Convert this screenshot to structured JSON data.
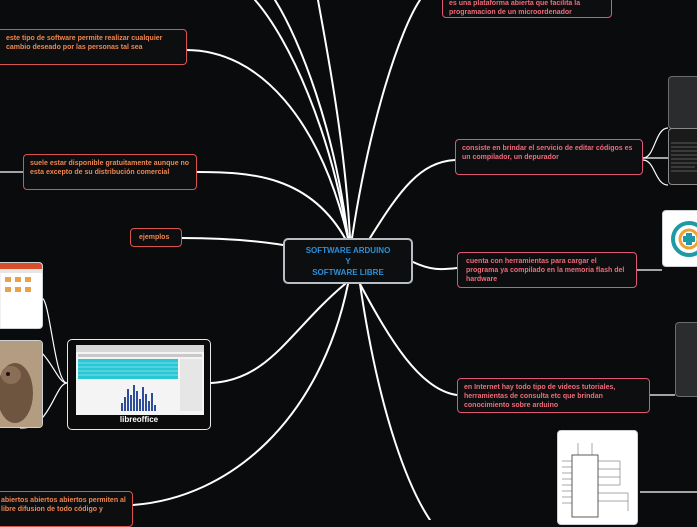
{
  "center": {
    "line1": "SOFTWARE ARDUINO",
    "line2": "Y",
    "line3": "SOFTWARE LIBRE"
  },
  "nodes": {
    "left1": "este tipo de software permite realizar cualquier cambio deseado por las personas tal sea",
    "left2": "suele estar disponible gratuitamente aunque no esta excepto de su distribución comercial",
    "left3": "ejemplos",
    "left4": "abiertos abiertos abiertos permiten al libre difusion de todo código y",
    "right0": "es una plataforma abierta que facilita la programacion de un microordenador",
    "right1": "consiste en brindar el servicio de editar códigos es un compilador, un depurador",
    "right2": "cuenta con herramientas para cargar el programa ya compilado en la memoria flash del hardware",
    "right3": "en Internet hay todo tipo de videos tutoriales, herramientas de consulta etc que brindan conocimiento sobre arduino"
  },
  "libreoffice": {
    "caption": "libreoffice"
  },
  "colors": {
    "link": "#ffffff",
    "orange_text": "#f0864f",
    "pink_text": "#f06b7a",
    "center_text": "#2d8fd6",
    "background": "#0a0b0d"
  }
}
